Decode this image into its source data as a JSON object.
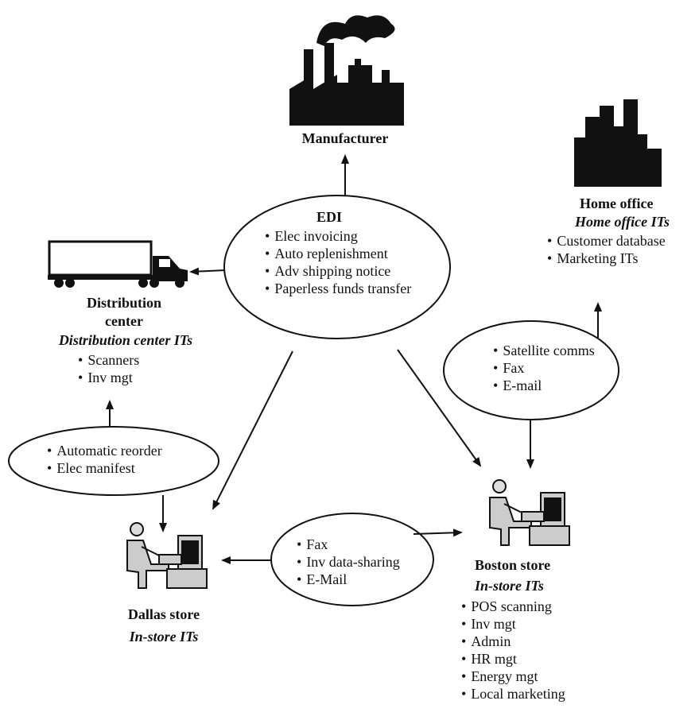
{
  "manufacturer": {
    "label": "Manufacturer"
  },
  "edi": {
    "title": "EDI",
    "items": [
      "Elec invoicing",
      "Auto replenishment",
      "Adv shipping notice",
      "Paperless funds transfer"
    ]
  },
  "home_office": {
    "title": "Home office",
    "subtitle": "Home office ITs",
    "items": [
      "Customer database",
      "Marketing ITs"
    ]
  },
  "distribution_center": {
    "title_line1": "Distribution",
    "title_line2": "center",
    "subtitle": "Distribution center ITs",
    "items": [
      "Scanners",
      "Inv mgt"
    ]
  },
  "home_link": {
    "items": [
      "Satellite comms",
      "Fax",
      "E-mail"
    ]
  },
  "dc_link": {
    "items": [
      "Automatic reorder",
      "Elec manifest"
    ]
  },
  "store_link": {
    "items": [
      "Fax",
      "Inv data-sharing",
      "E-Mail"
    ]
  },
  "dallas_store": {
    "title": "Dallas store",
    "subtitle": "In-store ITs"
  },
  "boston_store": {
    "title": "Boston store",
    "subtitle": "In-store ITs",
    "items": [
      "POS scanning",
      "Inv mgt",
      "Admin",
      "HR mgt",
      "Energy mgt",
      "Local marketing"
    ]
  },
  "icons": {
    "factory": "factory-icon",
    "office": "office-buildings-icon",
    "truck": "truck-icon",
    "store_worker": "computer-worker-icon"
  }
}
